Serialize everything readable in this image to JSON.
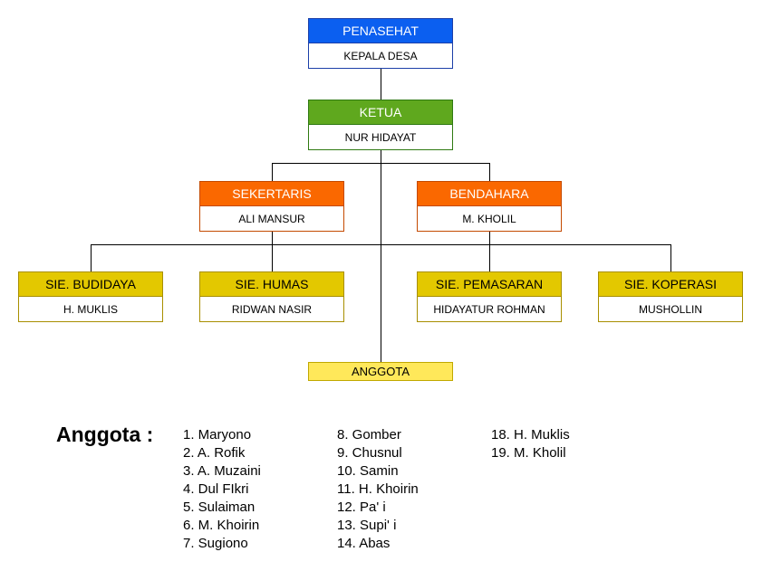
{
  "org_chart": {
    "penasehat": {
      "role": "PENASEHAT",
      "name": "KEPALA DESA"
    },
    "ketua": {
      "role": "KETUA",
      "name": "NUR HIDAYAT"
    },
    "sekertaris": {
      "role": "SEKERTARIS",
      "name": "ALI MANSUR"
    },
    "bendahara": {
      "role": "BENDAHARA",
      "name": "M. KHOLIL"
    },
    "budidaya": {
      "role": "SIE. BUDIDAYA",
      "name": "H. MUKLIS"
    },
    "humas": {
      "role": "SIE. HUMAS",
      "name": "RIDWAN NASIR"
    },
    "pemasaran": {
      "role": "SIE. PEMASARAN",
      "name": "HIDAYATUR ROHMAN"
    },
    "koperasi": {
      "role": "SIE. KOPERASI",
      "name": "MUSHOLLIN"
    },
    "anggota_box": "ANGGOTA"
  },
  "members": {
    "heading": "Anggota :",
    "columns": [
      [
        "1. Maryono",
        "2. A. Rofik",
        "3. A. Muzaini",
        "4. Dul FIkri",
        "5. Sulaiman",
        "6. M. Khoirin",
        "7. Sugiono"
      ],
      [
        "8. Gomber",
        "9. Chusnul",
        "10. Samin",
        "11. H. Khoirin",
        "12. Pa' i",
        "13. Supi' i",
        "14. Abas"
      ],
      [
        "18. H. Muklis",
        "19. M. Kholil"
      ]
    ]
  },
  "colors": {
    "penasehat": "#0b5ff0",
    "ketua": "#5fa81e",
    "orange": "#fa6800",
    "yellow": "#e3c800",
    "anggota": "#ffe85a",
    "line": "#000000"
  }
}
